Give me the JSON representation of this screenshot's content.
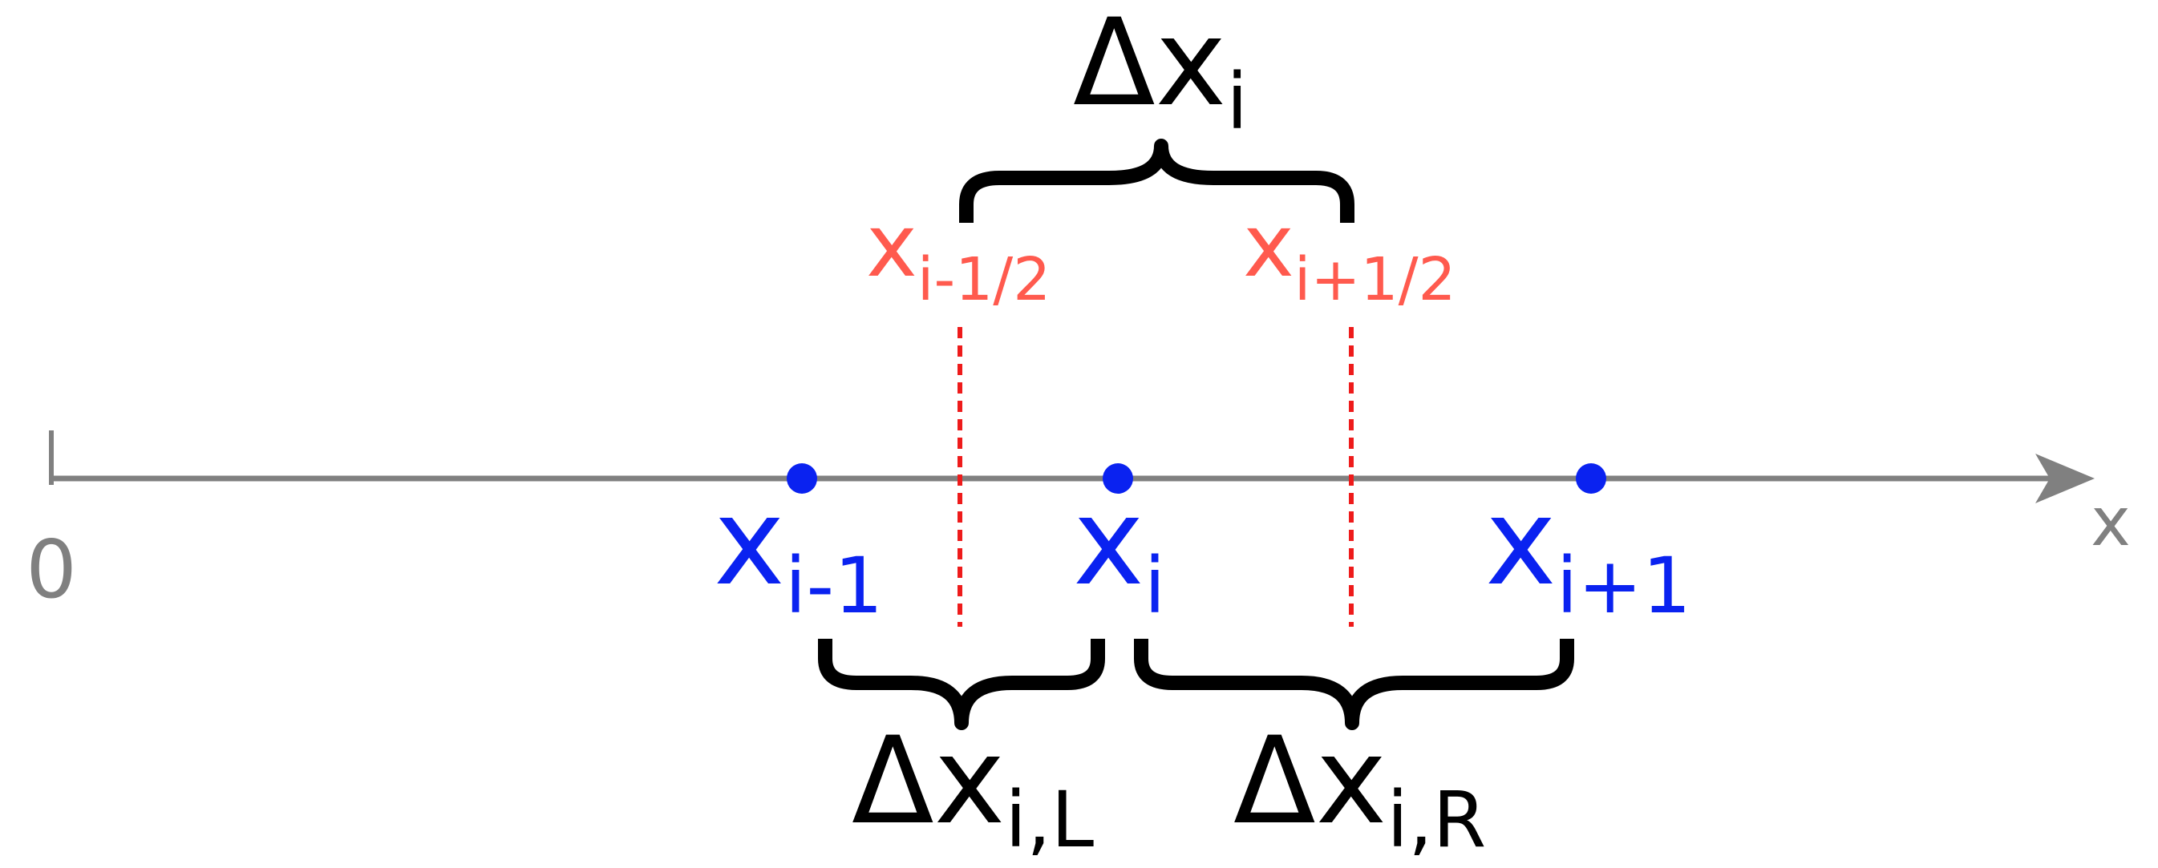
{
  "axis": {
    "origin_label": "0",
    "variable_label": "x"
  },
  "points": [
    {
      "base": "x",
      "subscript": "i-1"
    },
    {
      "base": "x",
      "subscript": "i"
    },
    {
      "base": "x",
      "subscript": "i+1"
    }
  ],
  "interfaces": [
    {
      "base": "x",
      "subscript": "i-1/2"
    },
    {
      "base": "x",
      "subscript": "i+1/2"
    }
  ],
  "widths": {
    "cell": {
      "delta": "Δ",
      "base": "x",
      "subscript": "i"
    },
    "left": {
      "delta": "Δ",
      "base": "x",
      "subscript": "i,L"
    },
    "right": {
      "delta": "Δ",
      "base": "x",
      "subscript": "i,R"
    }
  },
  "colors": {
    "axis": "#808080",
    "points": "#0a22f0",
    "interfaces": "#ff5a4e",
    "dashes": "#ee1b1b",
    "braces": "#000000"
  }
}
